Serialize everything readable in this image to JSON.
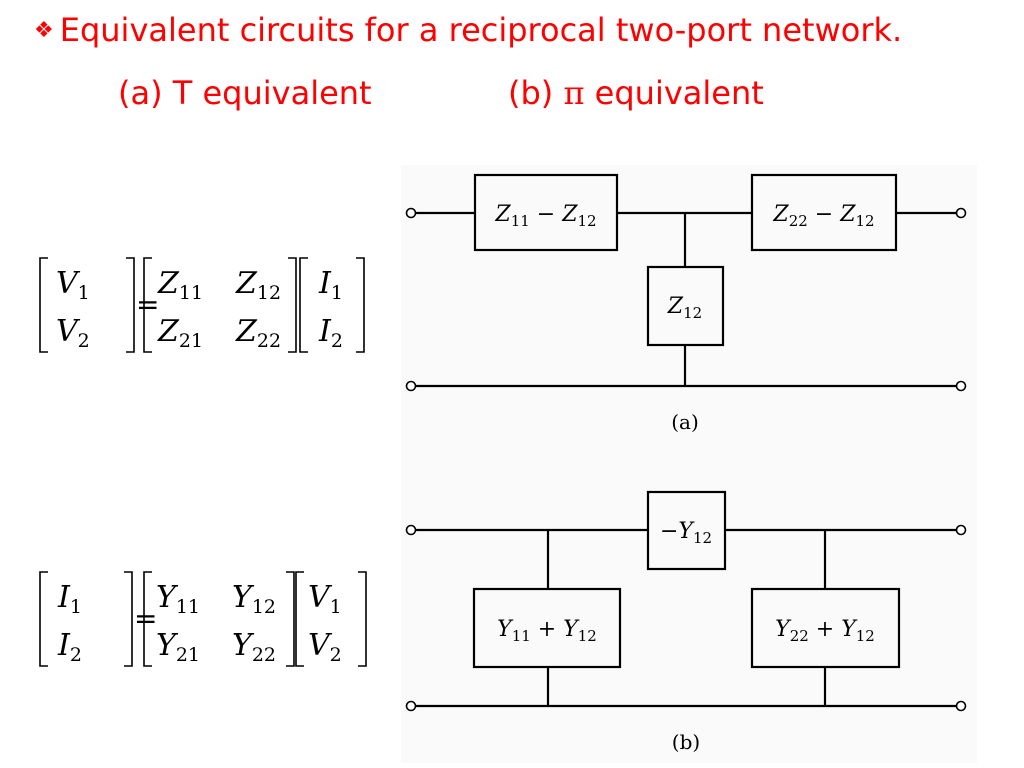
{
  "title": {
    "bullet": "❖",
    "line1": "Equivalent circuits for a reciprocal two-port network.",
    "part_a": "(a) T equivalent",
    "part_b_prefix": "(b) ",
    "part_b_symbol": "π",
    "part_b_suffix": " equivalent"
  },
  "z_equation": {
    "lhs": [
      [
        "V",
        "1"
      ],
      [
        "V",
        "2"
      ]
    ],
    "equals": "=",
    "matrix": [
      [
        [
          "Z",
          "11"
        ],
        [
          "Z",
          "12"
        ]
      ],
      [
        [
          "Z",
          "21"
        ],
        [
          "Z",
          "22"
        ]
      ]
    ],
    "rhs": [
      [
        "I",
        "1"
      ],
      [
        "I",
        "2"
      ]
    ]
  },
  "y_equation": {
    "lhs": [
      [
        "I",
        "1"
      ],
      [
        "I",
        "2"
      ]
    ],
    "equals": "=",
    "matrix": [
      [
        [
          "Y",
          "11"
        ],
        [
          "Y",
          "12"
        ]
      ],
      [
        [
          "Y",
          "21"
        ],
        [
          "Y",
          "22"
        ]
      ]
    ],
    "rhs": [
      [
        "V",
        "1"
      ],
      [
        "V",
        "2"
      ]
    ]
  },
  "circuit_a": {
    "series_left": {
      "v1": "Z",
      "s1": "11",
      "op": " − ",
      "v2": "Z",
      "s2": "12"
    },
    "series_right": {
      "v1": "Z",
      "s1": "22",
      "op": " − ",
      "v2": "Z",
      "s2": "12"
    },
    "shunt": {
      "v": "Z",
      "s": "12"
    },
    "caption": "(a)"
  },
  "circuit_b": {
    "series": {
      "pre": "−",
      "v": "Y",
      "s": "12"
    },
    "shunt_left": {
      "v1": "Y",
      "s1": "11",
      "op": " + ",
      "v2": "Y",
      "s2": "12"
    },
    "shunt_right": {
      "v1": "Y",
      "s1": "22",
      "op": " + ",
      "v2": "Y",
      "s2": "12"
    },
    "caption": "(b)"
  }
}
